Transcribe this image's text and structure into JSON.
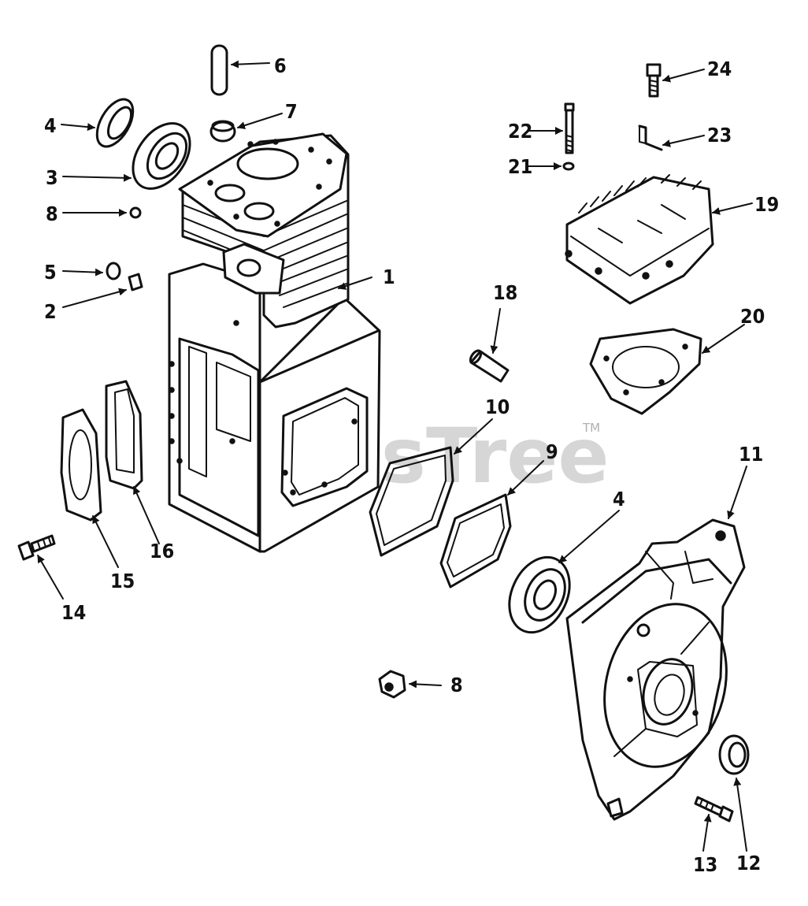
{
  "watermark": {
    "text": "PartsTree",
    "mark": "TM"
  },
  "callouts": {
    "c1": "1",
    "c2": "2",
    "c3": "3",
    "c4a": "4",
    "c4b": "4",
    "c5": "5",
    "c6": "6",
    "c7": "7",
    "c8a": "8",
    "c8b": "8",
    "c9": "9",
    "c10": "10",
    "c11": "11",
    "c12": "12",
    "c13": "13",
    "c14": "14",
    "c15": "15",
    "c16": "16",
    "c18": "18",
    "c19": "19",
    "c20": "20",
    "c21": "21",
    "c22": "22",
    "c23": "23",
    "c24": "24"
  }
}
